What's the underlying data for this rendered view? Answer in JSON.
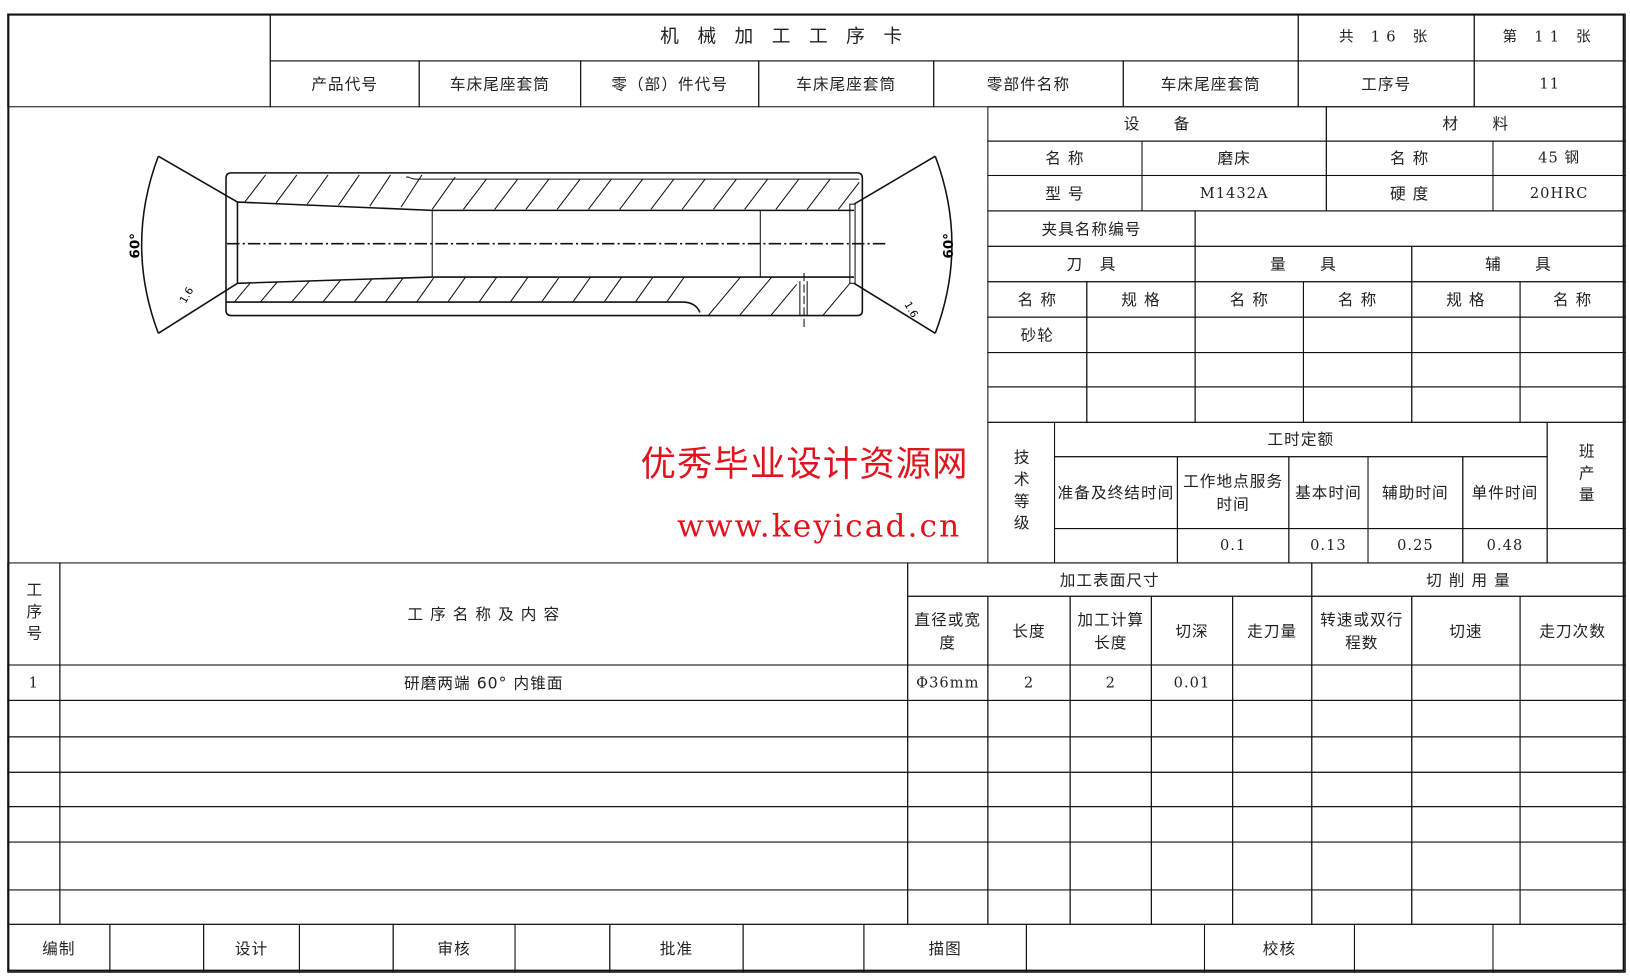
{
  "header": {
    "title": "机 械 加 工 工 序 卡",
    "total_sheets": "共 16 张",
    "sheet_no": "第 11 张",
    "product_code_label": "产品代号",
    "product_code": "车床尾座套筒",
    "part_code_label": "零（部）件代号",
    "part_code": "车床尾座套筒",
    "part_name_label": "零部件名称",
    "part_name": "车床尾座套筒",
    "process_no_label": "工序号",
    "process_no": "11"
  },
  "equipment": {
    "title": "设　　备",
    "name_label": "名 称",
    "name": "磨床",
    "model_label": "型 号",
    "model": "M1432A"
  },
  "material": {
    "title": "材　　料",
    "name_label": "名 称",
    "name": "45 钢",
    "hardness_label": "硬 度",
    "hardness": "20HRC"
  },
  "fixture": {
    "label": "夹具名称编号",
    "value": ""
  },
  "tools": {
    "cutting_tool": "刀　具",
    "measuring_tool": "量　　具",
    "auxiliary_tool": "辅　　具",
    "col_headers": [
      "名 称",
      "规 格",
      "名 称",
      "名 称",
      "规 格",
      "名 称"
    ],
    "rows": [
      [
        "砂轮",
        "",
        "",
        "",
        "",
        ""
      ],
      [
        "",
        "",
        "",
        "",
        "",
        ""
      ],
      [
        "",
        "",
        "",
        "",
        "",
        ""
      ]
    ]
  },
  "time_quota": {
    "tech_grade_label": "技术等级",
    "title": "工时定额",
    "shift_output_label": "班产量",
    "headers": [
      "准备及终结时间",
      "工作地点服务时间",
      "基本时间",
      "辅助时间",
      "单件时间"
    ],
    "values": [
      "",
      "0.1",
      "0.13",
      "0.25",
      "0.48"
    ],
    "shift_output": ""
  },
  "watermark": {
    "name": "优秀毕业设计资源网",
    "url": "www.keyicad.cn"
  },
  "drawing": {
    "angle_label": "60°",
    "roughness_label": "1.6"
  },
  "operations": {
    "step_no_label": "工序号",
    "content_label": "工 序 名 称 及 内 容",
    "surface_dims_label": "加工表面尺寸",
    "cutting_label": "切 削 用 量",
    "col_headers": [
      "直径或宽度",
      "长度",
      "加工计算长度",
      "切深",
      "走刀量",
      "转速或双行程数",
      "切速",
      "走刀次数"
    ],
    "rows": [
      [
        "1",
        "研磨两端 60° 内锥面",
        "Φ36mm",
        "2",
        "2",
        "0.01",
        "",
        "",
        "",
        ""
      ],
      [
        "",
        "",
        "",
        "",
        "",
        "",
        "",
        "",
        "",
        ""
      ],
      [
        "",
        "",
        "",
        "",
        "",
        "",
        "",
        "",
        "",
        ""
      ],
      [
        "",
        "",
        "",
        "",
        "",
        "",
        "",
        "",
        "",
        ""
      ],
      [
        "",
        "",
        "",
        "",
        "",
        "",
        "",
        "",
        "",
        ""
      ],
      [
        "",
        "",
        "",
        "",
        "",
        "",
        "",
        "",
        "",
        ""
      ],
      [
        "",
        "",
        "",
        "",
        "",
        "",
        "",
        "",
        "",
        ""
      ]
    ]
  },
  "footer": {
    "labels": [
      "编制",
      "",
      "设计",
      "",
      "审核",
      "",
      "批准",
      "",
      "描图",
      "",
      "校核",
      "",
      ""
    ]
  }
}
